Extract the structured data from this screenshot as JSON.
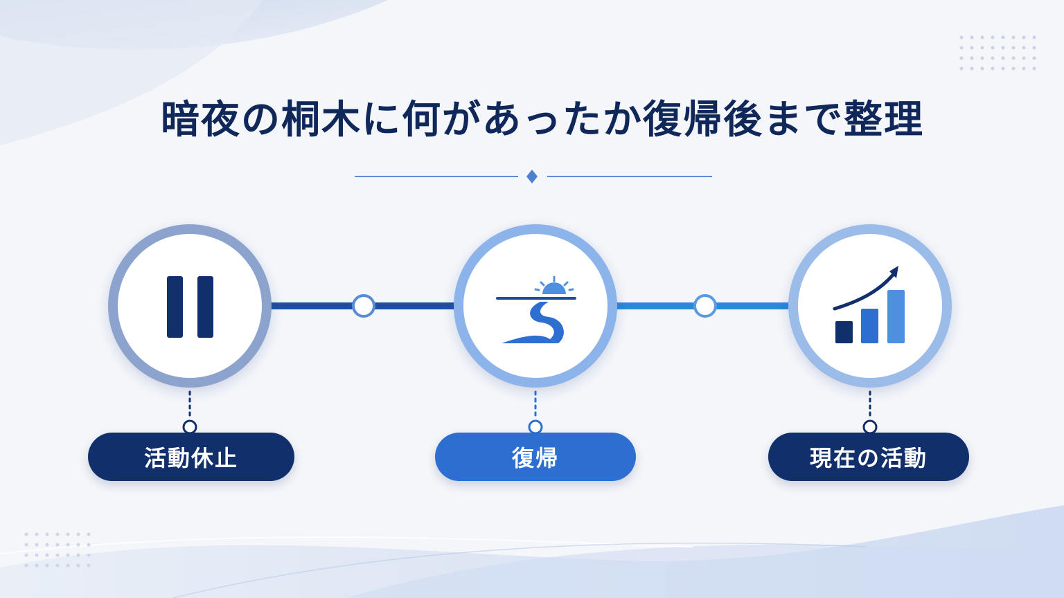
{
  "title": "暗夜の桐木に何があったか復帰後まで整理",
  "colors": {
    "navy": "#11306b",
    "blue": "#2c6fd1",
    "light_blue": "#4f8fe0",
    "background": "#f4f6fa"
  },
  "steps": [
    {
      "label": "活動休止",
      "icon": "pause-icon"
    },
    {
      "label": "復帰",
      "icon": "sunrise-road-icon"
    },
    {
      "label": "現在の活動",
      "icon": "growth-chart-icon"
    }
  ]
}
